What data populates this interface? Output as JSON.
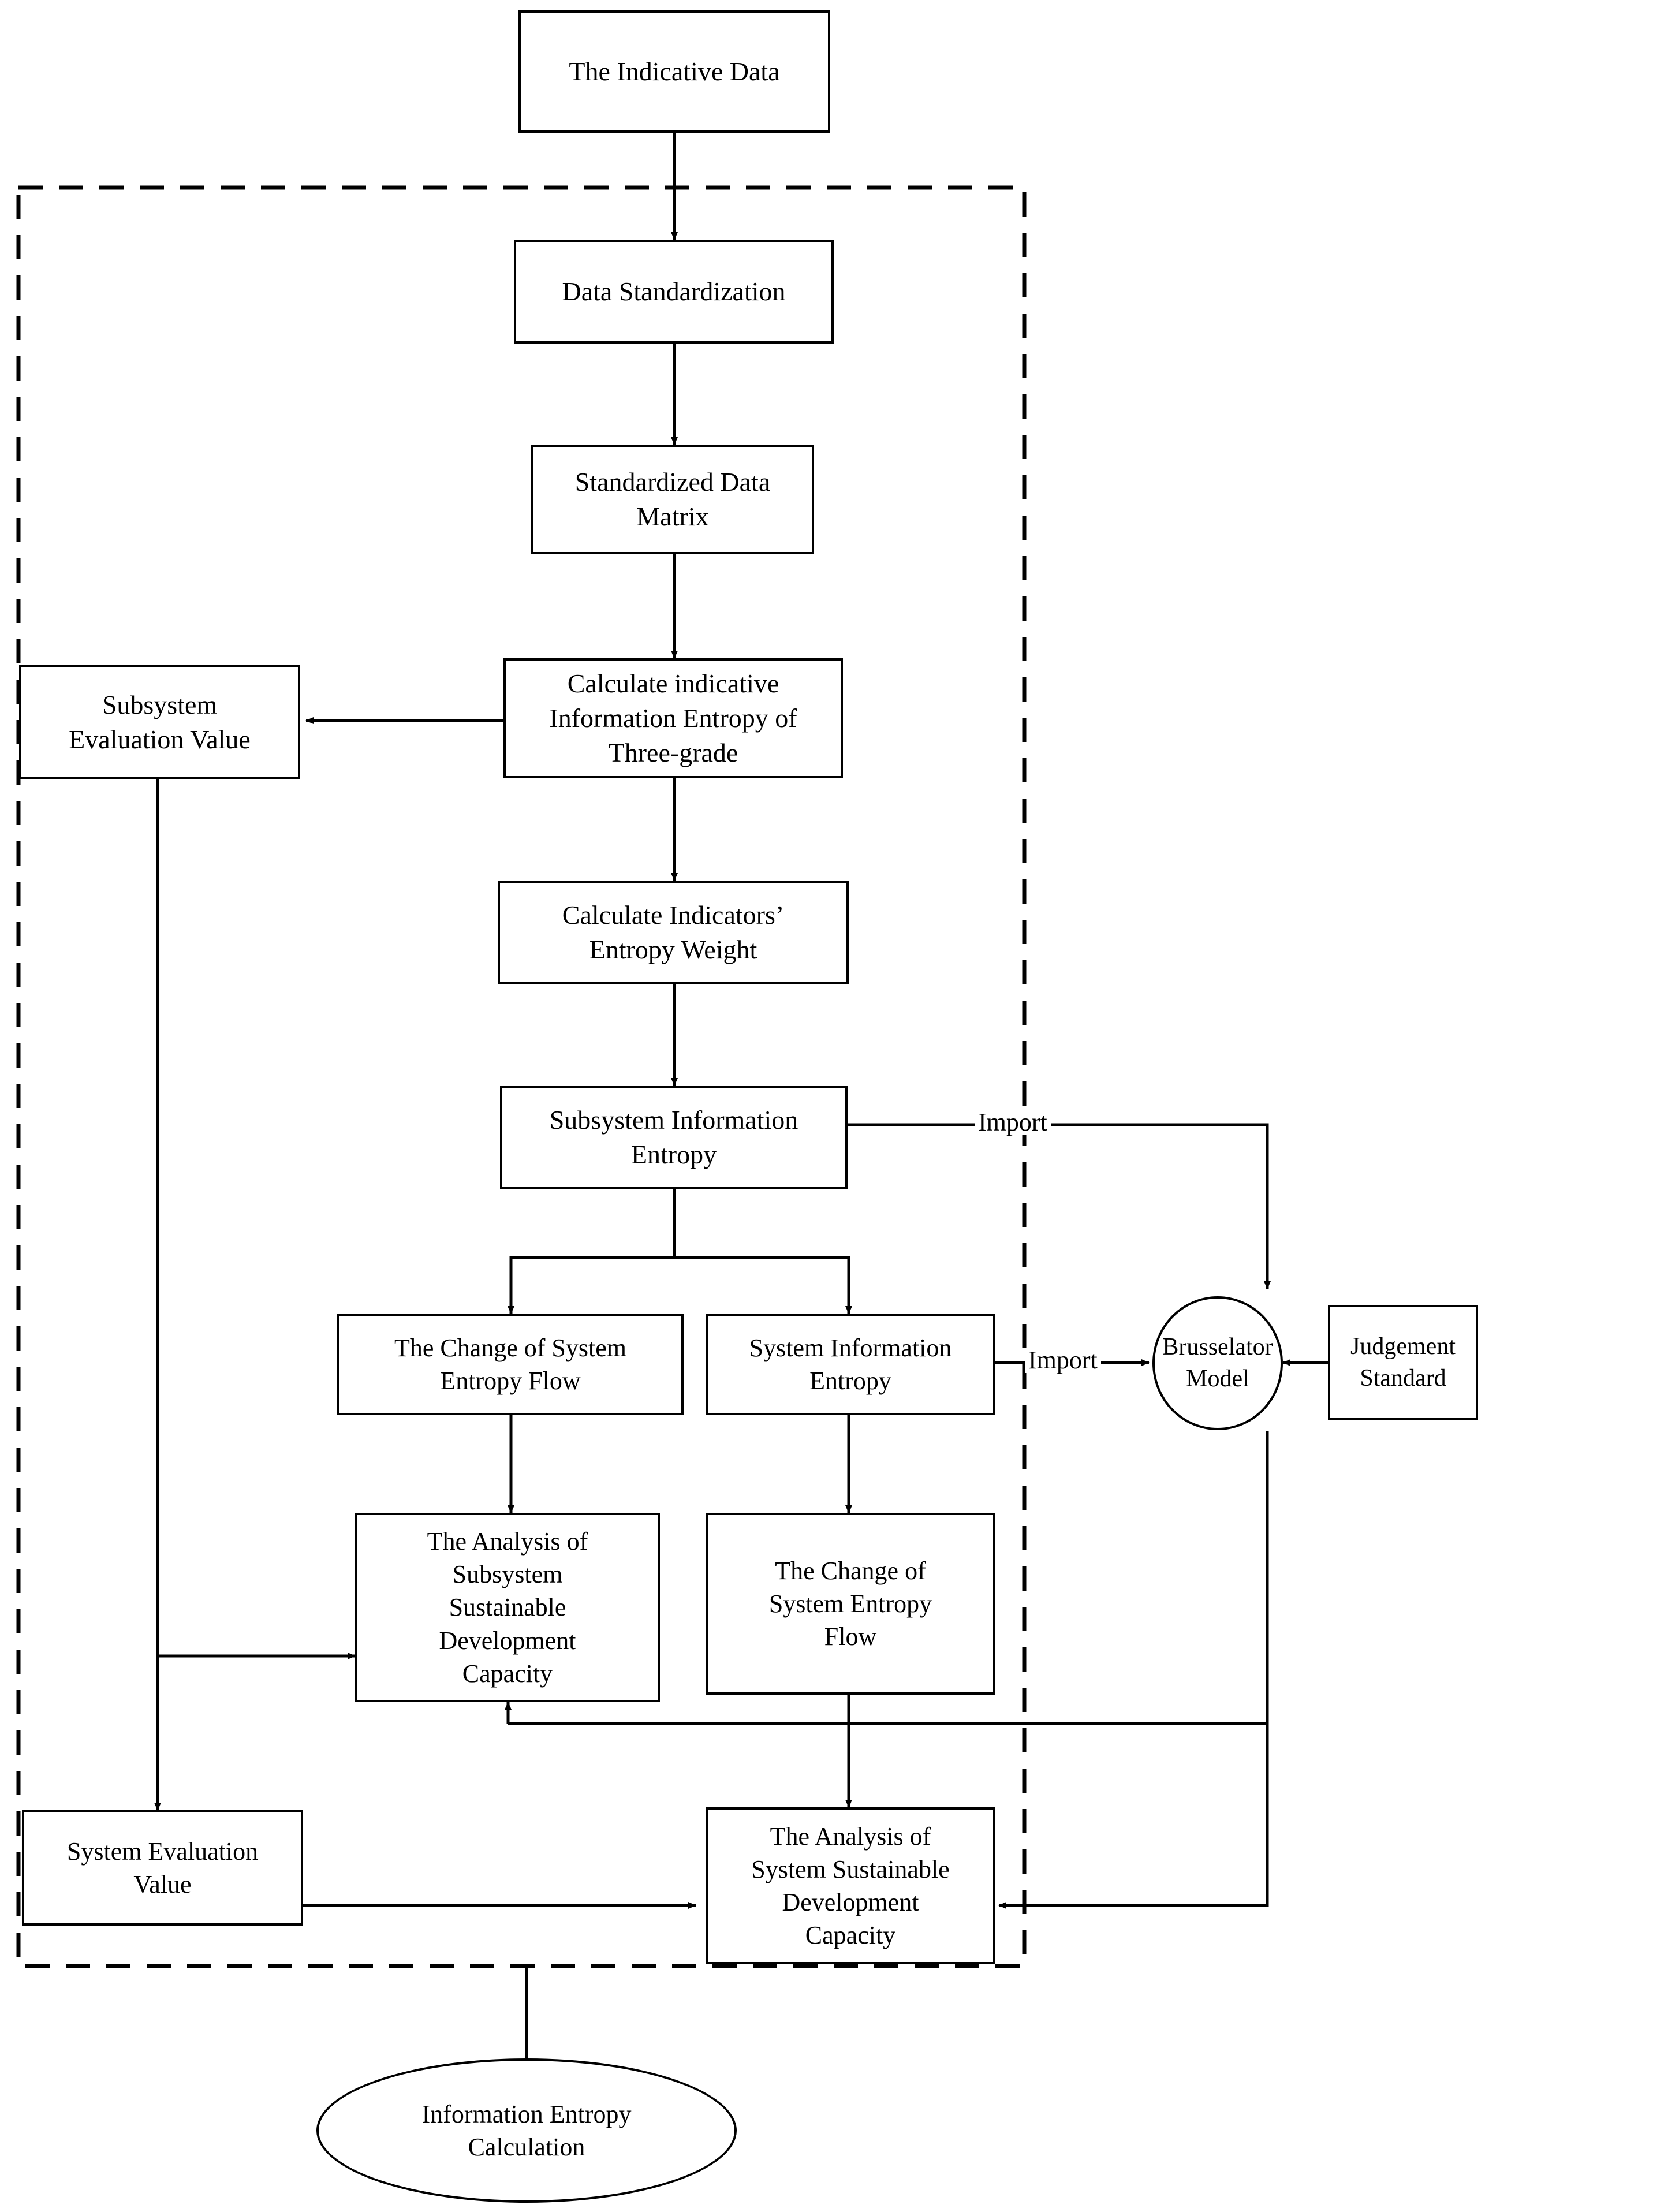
{
  "diagram": {
    "title": "Information Entropy Calculation flowchart",
    "stroke_color": "#000000",
    "background_color": "#ffffff",
    "dashed_group_label": ""
  },
  "nodes": {
    "indicative_data": "The Indicative Data",
    "data_standardization": "Data Standardization",
    "standardized_matrix": "Standardized Data\nMatrix",
    "calc_indicative_entropy": "Calculate indicative\nInformation Entropy of\nThree-grade",
    "subsystem_eval_value": "Subsystem\nEvaluation Value",
    "calc_entropy_weight": "Calculate Indicators’\nEntropy Weight",
    "subsystem_info_entropy": "Subsystem Information\nEntropy",
    "change_system_entropy_flow_left": "The Change of System\nEntropy Flow",
    "system_info_entropy": "System Information\nEntropy",
    "brusselator_model": "Brusselator\nModel",
    "judgement_standard": "Judgement\nStandard",
    "analysis_subsystem_capacity": "The Analysis of\nSubsystem\nSustainable\nDevelopment\nCapacity",
    "change_system_entropy_flow_right": "The Change of\nSystem Entropy\nFlow",
    "system_eval_value": "System Evaluation\nValue",
    "analysis_system_capacity": "The Analysis of\nSystem Sustainable\nDevelopment\nCapacity",
    "information_entropy_calculation": "Information Entropy\nCalculation"
  },
  "edge_labels": {
    "import_top": "Import",
    "import_mid": "Import"
  }
}
